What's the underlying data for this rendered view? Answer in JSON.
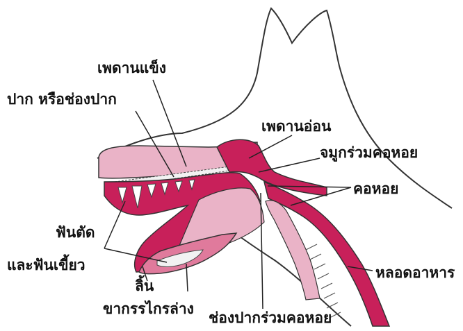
{
  "labels": {
    "hard_palate": "เพดานแข็ง",
    "mouth": "ปาก หรือช่องปาก",
    "soft_palate": "เพดานอ่อน",
    "nasopharynx": "จมูกร่วมคอหอย",
    "pharynx": "คอหอย",
    "incisors_canines_1": "ฟันตัด",
    "incisors_canines_2": "และฟันเขี้ยว",
    "tongue": "ลิ้น",
    "mandible": "ขากรรไกรล่าง",
    "oropharynx": "ช่องปากร่วมคอหอย",
    "esophagus": "หลอดอาหาร"
  },
  "colors": {
    "tissue_dark": "#c8205a",
    "tissue_light": "#eab3c7",
    "tissue_mid": "#e07a9c",
    "outline": "#333333",
    "bone": "#f2f2f2"
  }
}
